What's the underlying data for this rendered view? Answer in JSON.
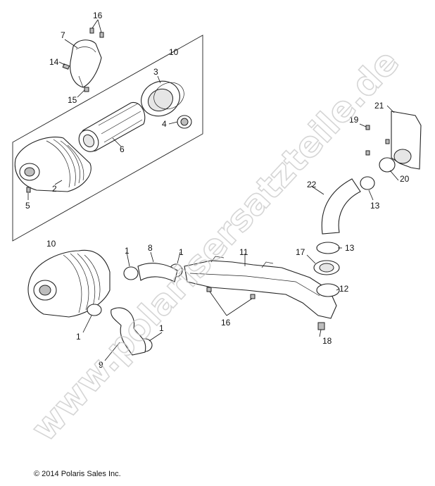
{
  "callouts": {
    "c1a": "1",
    "c1b": "1",
    "c1c": "1",
    "c1d": "1",
    "c2": "2",
    "c3": "3",
    "c4": "4",
    "c5": "5",
    "c7": "7",
    "c6": "6",
    "c8": "8",
    "c9": "9",
    "c10a": "10",
    "c10b": "10",
    "c11": "11",
    "c12": "12",
    "c13a": "13",
    "c13b": "13",
    "c14": "14",
    "c15": "15",
    "c16a": "16",
    "c16b": "16",
    "c17": "17",
    "c18": "18",
    "c19": "19",
    "c20": "20",
    "c21": "21",
    "c22": "22"
  },
  "watermark": "www.polarisersatzteile.de",
  "copyright": "© 2014 Polaris Sales Inc."
}
